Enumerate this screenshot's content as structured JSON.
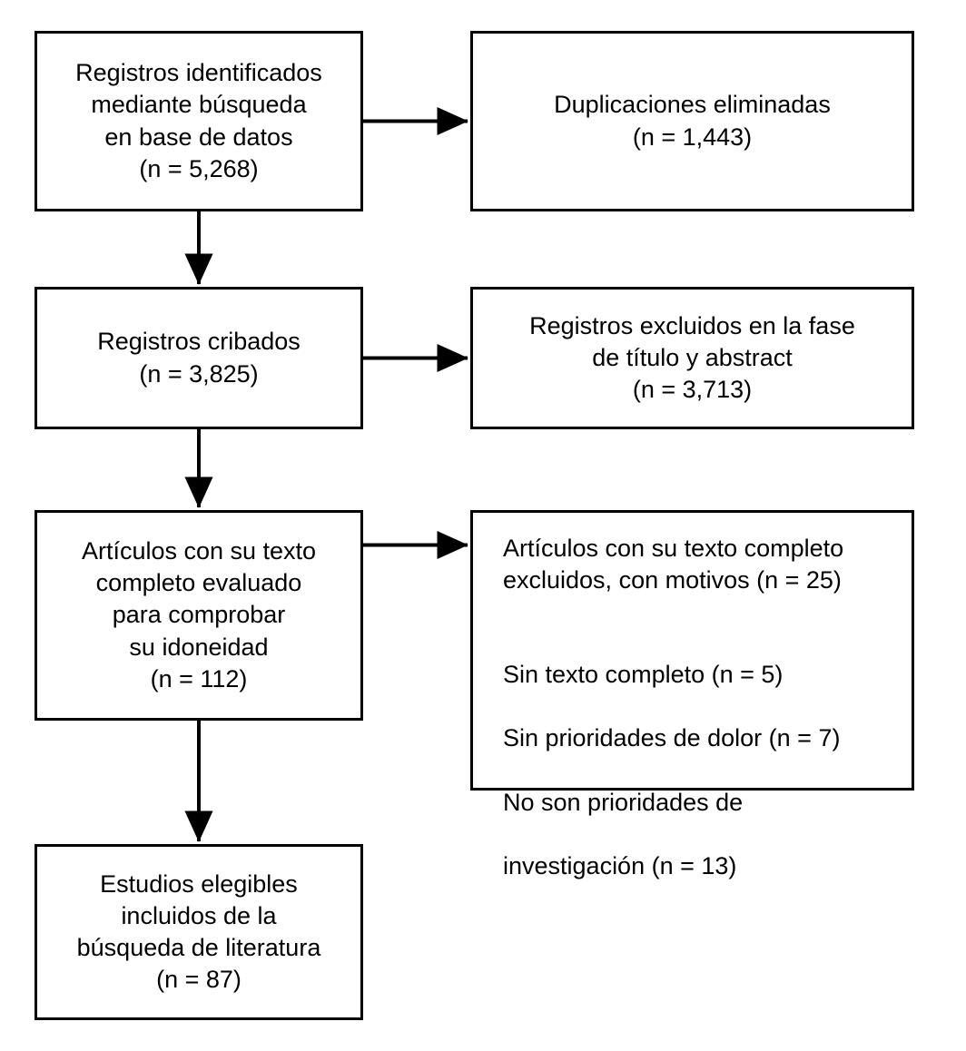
{
  "diagram": {
    "type": "prisma-flow-diagram",
    "language": "es",
    "stroke_color": "#000000",
    "fill_color": "#ffffff",
    "text_color": "#000000",
    "nodes": {
      "identified": {
        "lines": [
          "Registros identificados",
          "mediante búsqueda",
          "en base de datos",
          "(n = 5,268)"
        ],
        "count_label": "(n = 5,268)",
        "count": 5268
      },
      "duplicates_removed": {
        "lines": [
          "Duplicaciones eliminadas",
          "(n = 1,443)"
        ],
        "count_label": "(n = 1,443)",
        "count": 1443
      },
      "screened": {
        "lines": [
          "Registros cribados",
          "(n = 3,825)"
        ],
        "count_label": "(n = 3,825)",
        "count": 3825
      },
      "excluded_title_abstract": {
        "lines": [
          "Registros excluidos en la fase",
          "de título y abstract",
          "(n = 3,713)"
        ],
        "count_label": "(n = 3,713)",
        "count": 3713
      },
      "fulltext_assessed": {
        "lines": [
          "Artículos con su texto",
          "completo evaluado",
          "para comprobar",
          "su idoneidad",
          "(n = 112)"
        ],
        "count_label": "(n = 112)",
        "count": 112
      },
      "fulltext_excluded": {
        "heading_lines": [
          "Artículos con su texto completo",
          "excluidos, con motivos (n = 25)"
        ],
        "count": 25,
        "reason_lines": [
          "Sin texto completo (n = 5)",
          "Sin prioridades de dolor (n = 7)",
          "No son prioridades de",
          "investigación (n = 13)"
        ],
        "reasons": [
          {
            "label": "Sin texto completo",
            "count": 5
          },
          {
            "label": "Sin prioridades de dolor",
            "count": 7
          },
          {
            "label": "No son prioridades de investigación",
            "count": 13
          }
        ]
      },
      "included": {
        "lines": [
          "Estudios elegibles",
          "incluidos de la",
          "búsqueda de literatura",
          "(n = 87)"
        ],
        "count_label": "(n = 87)",
        "count": 87
      }
    },
    "connectors": [
      {
        "name": "identified-to-duplicates",
        "direction": "right"
      },
      {
        "name": "identified-to-screened",
        "direction": "down"
      },
      {
        "name": "screened-to-excluded-title-abstract",
        "direction": "right"
      },
      {
        "name": "screened-to-fulltext",
        "direction": "down"
      },
      {
        "name": "fulltext-to-excluded-fulltext",
        "direction": "right"
      },
      {
        "name": "fulltext-to-included",
        "direction": "down"
      }
    ]
  }
}
